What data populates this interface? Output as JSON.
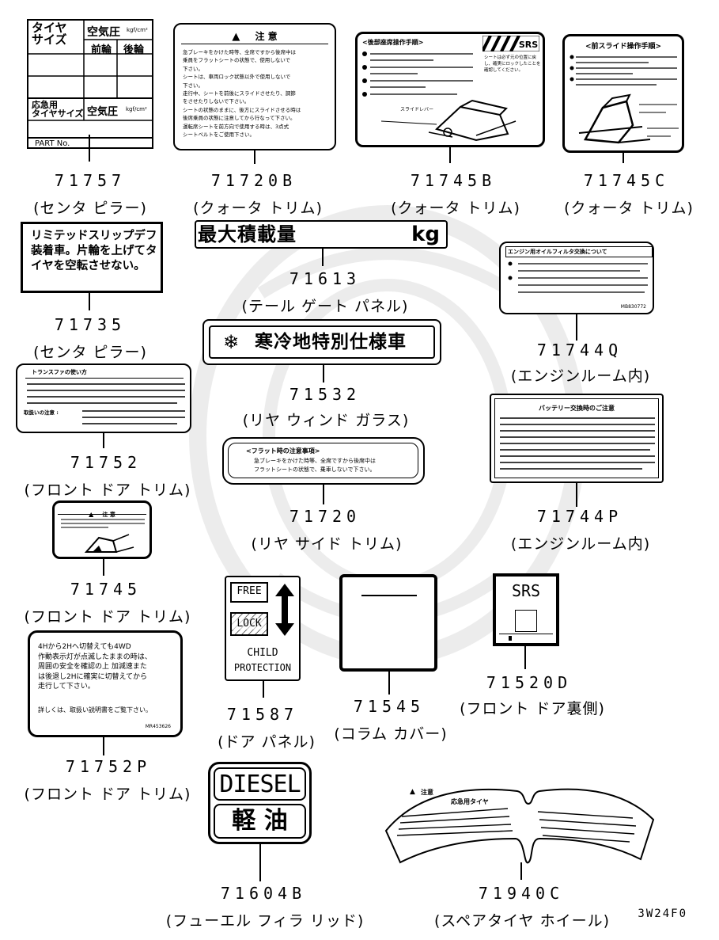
{
  "parts": [
    {
      "id": "71757",
      "loc": "(センタ ピラー)"
    },
    {
      "id": "71720B",
      "loc": "(クォータ トリム)"
    },
    {
      "id": "71745B",
      "loc": "(クォータ トリム)"
    },
    {
      "id": "71745C",
      "loc": "(クォータ トリム)"
    },
    {
      "id": "71613",
      "loc": "(テール ゲート パネル)"
    },
    {
      "id": "71735",
      "loc": "(センタ ピラー)"
    },
    {
      "id": "71744Q",
      "loc": "(エンジンルーム内)"
    },
    {
      "id": "71532",
      "loc": "(リヤ ウィンド ガラス)"
    },
    {
      "id": "71752",
      "loc": "(フロント ドア トリム)"
    },
    {
      "id": "71744P",
      "loc": "(エンジンルーム内)"
    },
    {
      "id": "71720",
      "loc": "(リヤ サイド トリム)"
    },
    {
      "id": "71745",
      "loc": "(フロント ドア トリム)"
    },
    {
      "id": "71587",
      "loc": "(ドア パネル)"
    },
    {
      "id": "71545",
      "loc": "(コラム カバー)"
    },
    {
      "id": "71520D",
      "loc": "(フロント ドア裏側)"
    },
    {
      "id": "71752P",
      "loc": "(フロント ドア トリム)"
    },
    {
      "id": "71604B",
      "loc": "(フューエル フィラ リッド)"
    },
    {
      "id": "71940C",
      "loc": "(スペアタイヤ ホイール)"
    }
  ],
  "labels": {
    "tire": {
      "size_label": "タイヤ\nサイズ",
      "pressure_label": "空気圧",
      "unit": "kgf/cm²",
      "front": "前輪",
      "rear": "後輪",
      "emergency_label": "応急用\nタイヤサイズ",
      "part_no": "PART No."
    },
    "caution_71720B": {
      "title": "注 意",
      "lines": [
        "急ブレーキをかけた時等、全席ですから後席中は",
        "乗員をフラットシートの状態で、使用しないで",
        "下さい。",
        "シートは、車両ロック状態以外で使用しないで",
        "下さい。",
        "走行中、シートを前後にスライドさせたり、調節",
        "をさせたりしないで下さい。",
        "シートの状態のままに、後方にスライドさせる時は",
        "後席乗員の状態に注意してから行なって下さい。",
        "運転席シートを前方向で使用する時は、3点式",
        "シートベルトをご使用下さい。"
      ]
    },
    "slide_71745B": {
      "title": "<後部座席操作手順>",
      "right_note": "シートは必ず元の位置に戻し、確実にロックしたことを確認してください。",
      "caption": "スライドレバー"
    },
    "slide_71745C": {
      "title": "<前スライド操作手順>"
    },
    "load_71613": {
      "text": "最大積載量",
      "unit": "kg"
    },
    "lsd_71735": {
      "text": "リミテッドスリップデフ装着車。片輪を上げてタイヤを空転させない。"
    },
    "oil_71744Q": {
      "title": "エンジン用オイルフィルタ交換について",
      "code": "MB830772"
    },
    "cold_71532": {
      "icon": "❄",
      "text": "寒冷地特別仕様車"
    },
    "transfer_71752": {
      "title": "トランスファの使い方",
      "field": "取扱いの注意 :"
    },
    "battery_71744P": {
      "title": "バッテリー交換時のご注意"
    },
    "flat_71720": {
      "title": "<フラット時の注意事項>",
      "line1": "急ブレーキをかけた時等、全席ですから後席中は",
      "line2": "フラットシートの状態で、乗車しないで下さい。"
    },
    "caution_71745": {
      "title": "注 意"
    },
    "child_71587": {
      "free": "FREE",
      "lock": "LOCK",
      "child": "CHILD",
      "protection": "PROTECTION"
    },
    "srs_71520D": {
      "text": "SRS"
    },
    "fourwd_71752P": {
      "lines": [
        "4Hから2Hへ切替えても4WD",
        "作動表示灯が点滅したままの時は、",
        "周囲の安全を確認の上 加減速また",
        "は後退し2Hに確実に切替えてから",
        "走行して下さい。"
      ],
      "note": "詳しくは、取扱い説明書をご覧下さい。",
      "code": "MR453626"
    },
    "diesel_71604B": {
      "top": "DIESEL",
      "bottom": "軽 油"
    },
    "spare_71940C": {
      "title": "注意",
      "subtitle": "応急用タイヤ"
    }
  },
  "footer": "3W24F0"
}
